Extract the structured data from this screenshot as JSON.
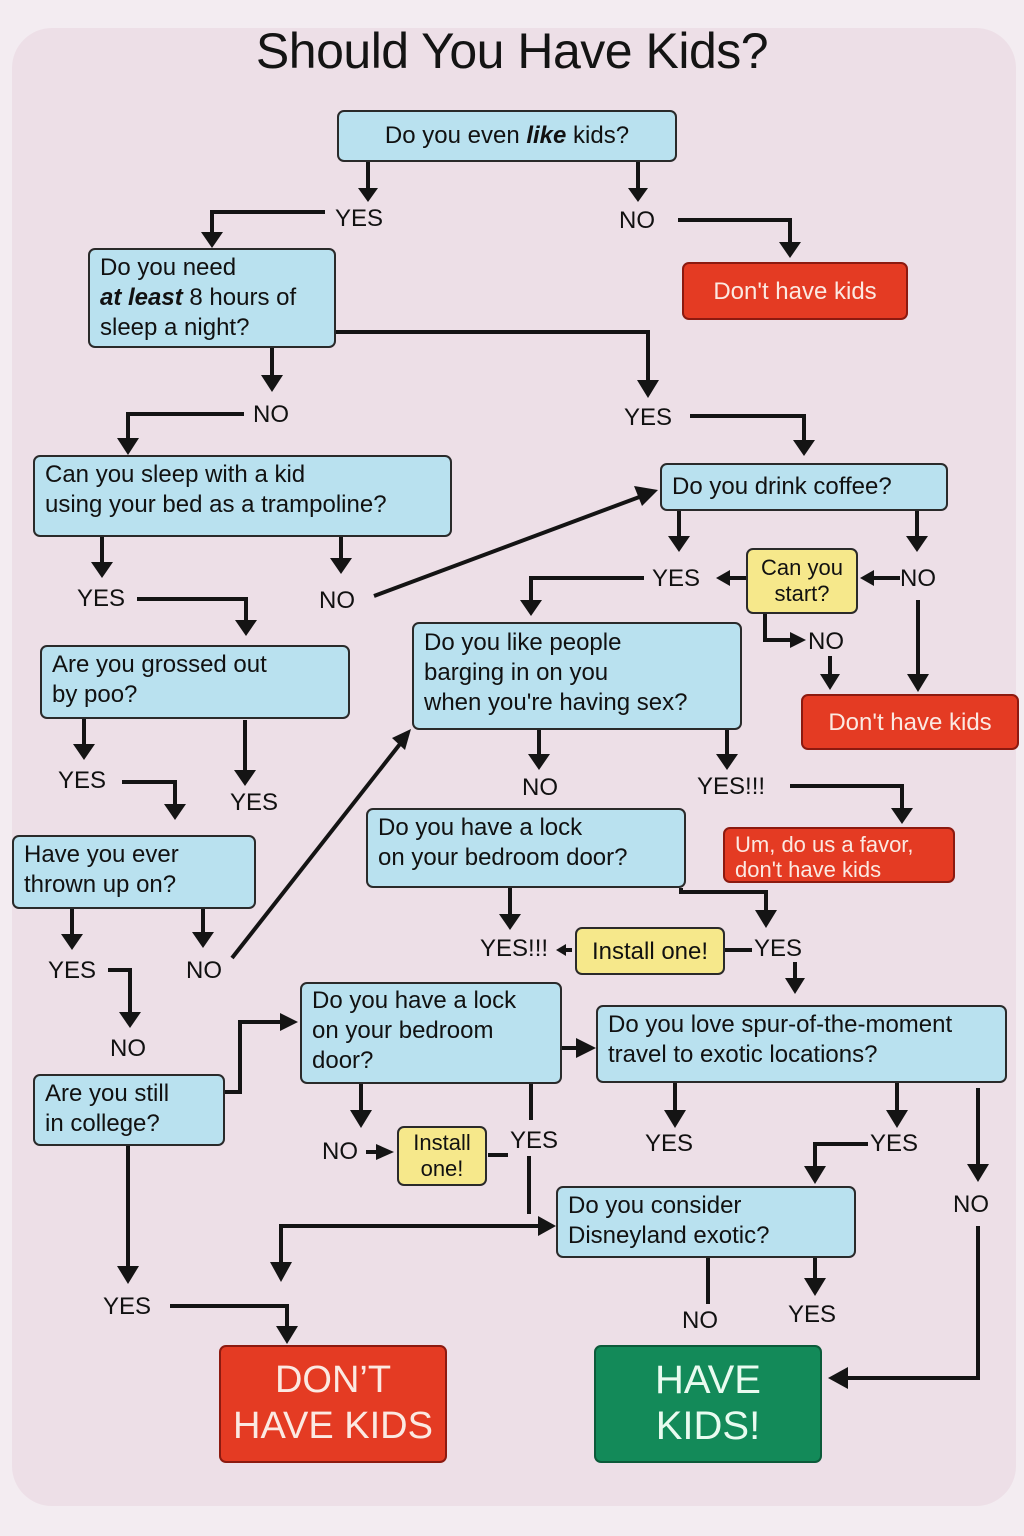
{
  "title": "Should You Have Kids?",
  "nodes": {
    "like_kids": {
      "pre": "Do you even ",
      "em": "like",
      "post": " kids?"
    },
    "sleep8": {
      "line1": "Do you need",
      "em": "at least",
      "line2_post": " 8 hours of",
      "line3": "sleep a night?"
    },
    "dont1": "Don't have kids",
    "trampoline": {
      "line1": "Can you sleep with a kid",
      "line2": "using your bed as a trampoline?"
    },
    "coffee": "Do you drink coffee?",
    "can_start": {
      "line1": "Can you",
      "line2": "start?"
    },
    "dont2": "Don't have kids",
    "poo": {
      "line1": "Are you grossed out",
      "line2": "by poo?"
    },
    "barging": {
      "line1": "Do you like people",
      "line2": "barging in on you",
      "line3": "when you're having sex?"
    },
    "thrown_up": {
      "line1": "Have you ever",
      "line2": "thrown up on?"
    },
    "lock1": {
      "line1": "Do you have a lock",
      "line2": "on your bedroom door?"
    },
    "favor": {
      "line1": "Um, do us a favor,",
      "line2": "don't have kids"
    },
    "install1": "Install one!",
    "lock2": {
      "line1": "Do you have a lock",
      "line2": "on your bedroom",
      "line3": "door?"
    },
    "college": {
      "line1": "Are you still",
      "line2": "in college?"
    },
    "install2": {
      "line1": "Install",
      "line2": "one!"
    },
    "travel": {
      "line1": "Do you love spur-of-the-moment",
      "line2": "travel to exotic locations?"
    },
    "disney": {
      "line1": "Do you consider",
      "line2": "Disneyland exotic?"
    },
    "dont_final": {
      "line1": "DON’T",
      "line2": "HAVE KIDS"
    },
    "have_final": {
      "line1": "HAVE",
      "line2": "KIDS!"
    }
  },
  "labels": {
    "like_yes": "YES",
    "like_no": "NO",
    "sleep_no": "NO",
    "sleep_yes": "YES",
    "tramp_yes": "YES",
    "tramp_no": "NO",
    "coffee_yes": "YES",
    "coffee_no": "NO",
    "start_no": "NO",
    "poo_yes_left": "YES",
    "poo_yes_right": "YES",
    "barge_no": "NO",
    "barge_yes": "YES!!!",
    "thrown_yes": "YES",
    "thrown_no": "NO",
    "thrown_yes_no": "NO",
    "lock1_yes_left": "YES!!!",
    "lock1_yes_right": "YES",
    "lock2_no": "NO",
    "lock2_yes": "YES",
    "travel_yes_left": "YES",
    "travel_yes_right": "YES",
    "travel_no": "NO",
    "college_yes": "YES",
    "disney_no": "NO",
    "disney_yes": "YES"
  },
  "colors": {
    "question": "#b9e1ef",
    "yellow": "#f6e88b",
    "red": "#e43b23",
    "green": "#138a59",
    "background": "#eddfe7"
  }
}
